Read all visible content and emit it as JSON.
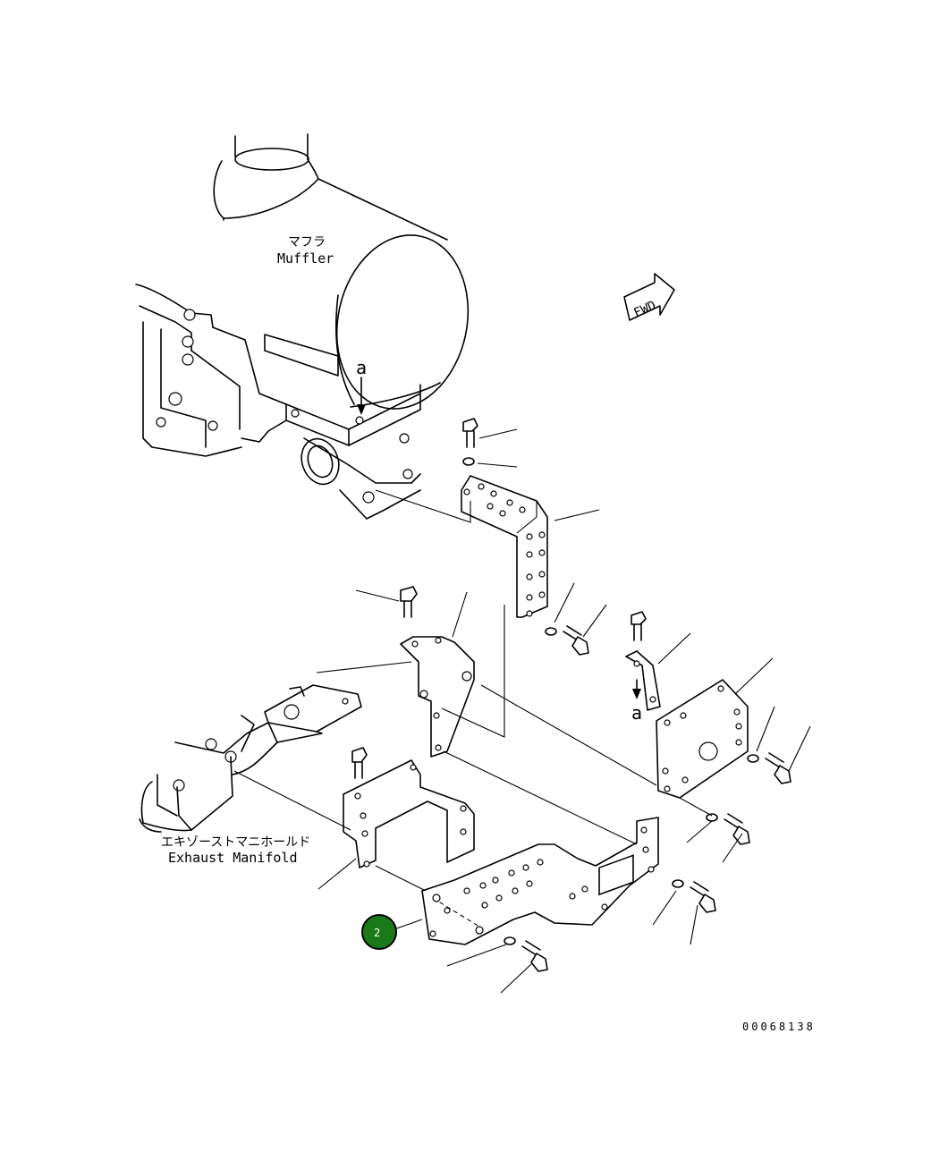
{
  "labels": {
    "muffler_jp": "マフラ",
    "muffler_en": "Muffler",
    "manifold_jp": "エキゾーストマニホールド",
    "manifold_en": "Exhaust Manifold",
    "fwd": "FWD",
    "view_mark_top": "a",
    "view_mark_bottom": "a",
    "drawing_number": "00068138"
  },
  "callouts": [
    {
      "id": "2",
      "text": "2",
      "color": "#1a7a1a"
    }
  ],
  "colors": {
    "line": "#000000",
    "background": "#ffffff",
    "callout_fill": "#1a7a1a"
  },
  "icons": [
    "fwd-arrow-icon",
    "bolt-icon",
    "washer-icon"
  ]
}
